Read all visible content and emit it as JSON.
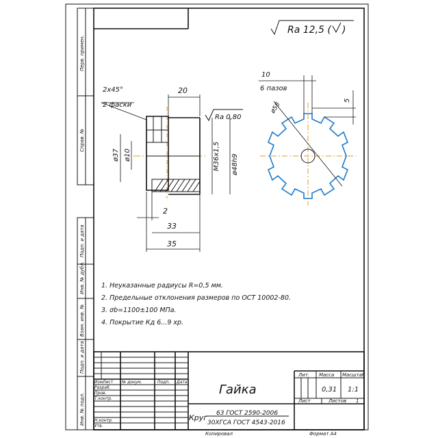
{
  "roughness": {
    "main": "Ra 12,5 (",
    "tail": ")",
    "face": "Ra 0,80"
  },
  "chamfer": {
    "size": "2x45°",
    "count": "2 фаски"
  },
  "dims": {
    "d37": "ø37",
    "d10": "ø10",
    "m36": "M36x1,5",
    "d48": "ø48h9",
    "l20": "20",
    "l2": "2",
    "l33": "33",
    "l35": "35",
    "d58": "ø58",
    "slot": "10",
    "slots": "6 пазов",
    "depth": "5"
  },
  "notes": [
    "1. Неуказанные радиусы R=0,5 мм.",
    "2. Предельные отклонения размеров по ОСТ 10002-80.",
    "3. σb=1100±100 МПа.",
    "4. Покрытие Кд 6...9 хр."
  ],
  "side_labels": {
    "perv": "Перв. примен.",
    "sprav": "Справ. №",
    "podp1": "Подп. и дата",
    "inv_dubl": "Инв. № дубл.",
    "vzam": "Взам. инв. №",
    "podp2": "Подп. и дата",
    "inv_podl": "Инв. № подл."
  },
  "title_block": {
    "name": "Гайка",
    "headers": {
      "izm": "Изм.",
      "list": "Лист",
      "doc": "№ докум.",
      "sign": "Подп.",
      "date": "Дата"
    },
    "roles": {
      "razrab": "Разраб.",
      "prov": "Пров.",
      "tkontr": "Т.контр.",
      "nkontr": "Н.контр.",
      "utv": "Утв."
    },
    "lit_label": "Лит.",
    "mass_label": "Масса",
    "scale_label": "Масштаб",
    "mass": "0,31",
    "scale": "1:1",
    "sheet_label": "Лист",
    "sheets_label": "Листов",
    "sheets": "1",
    "material_prefix": "Круг",
    "material_top": "63 ГОСТ 2590-2006",
    "material_bottom": "30ХГСА ГОСТ 4543-2016",
    "copied": "Копировал",
    "format": "Формат A4"
  }
}
